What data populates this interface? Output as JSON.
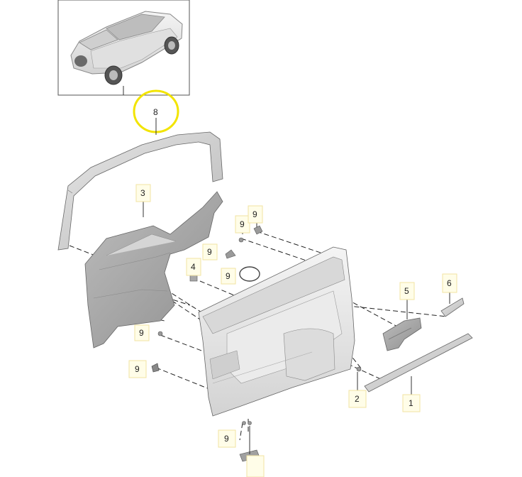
{
  "callouts": {
    "p8": "8",
    "p3": "3",
    "p9a": "9",
    "p9b": "9",
    "p9c": "9",
    "p9d": "9",
    "p4": "4",
    "p5": "5",
    "p6": "6",
    "p9e": "9",
    "p9f": "9",
    "p2": "2",
    "p1": "1",
    "p9g": "9"
  },
  "colors": {
    "highlight_ring": "#f2e400",
    "callout_fill": "#fffde8",
    "callout_border": "#f2e3a2",
    "part_gray": "#c8c8c8"
  }
}
